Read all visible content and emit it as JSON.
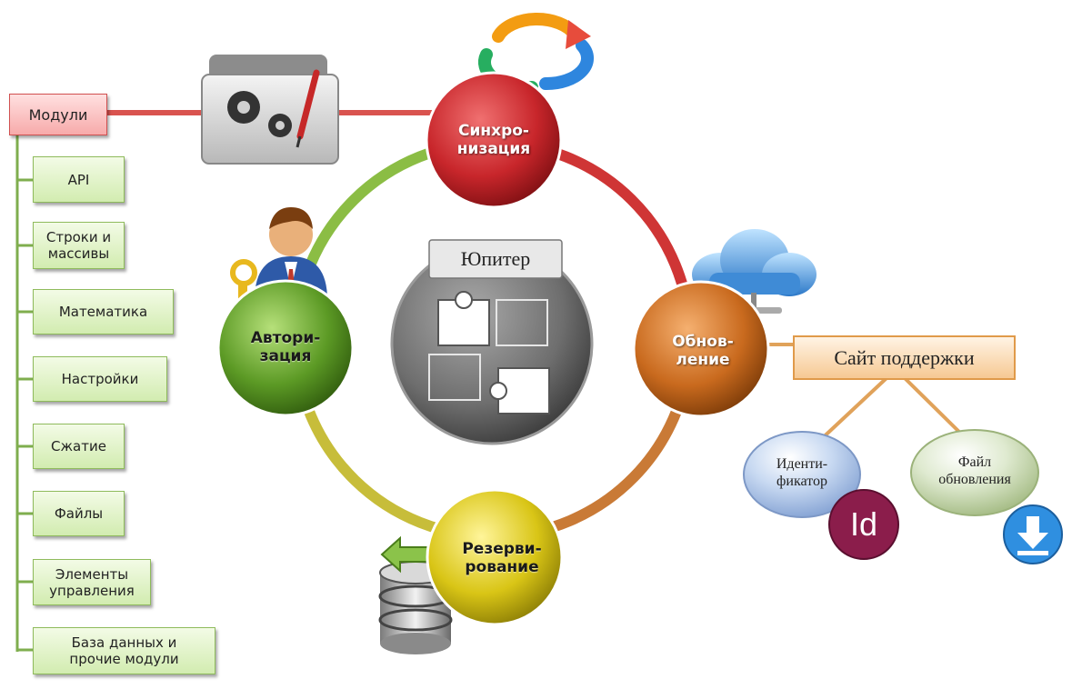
{
  "modules": {
    "header": "Модули",
    "items": [
      "API",
      "Строки и\nмассивы",
      "Математика",
      "Настройки",
      "Сжатие",
      "Файлы",
      "Элементы\nуправления",
      "База данных и\nпрочие модули"
    ]
  },
  "center": {
    "title": "Юпитер"
  },
  "nodes": {
    "sync": "Синхро-\nнизация",
    "update": "Обнов-\nление",
    "backup": "Резерви-\nрование",
    "auth": "Автори-\nзация"
  },
  "support": {
    "title": "Сайт поддержки",
    "identifier": "Иденти-\nфикатор",
    "update_file": "Файл\nобновления",
    "id_badge": "Id"
  },
  "colors": {
    "sync": "#c8262b",
    "update": "#c96a1e",
    "backup": "#d9c516",
    "auth": "#5c9a25",
    "center": "#6e6e6e",
    "module_fill": "#dff2c6",
    "header_fill": "#f9c0c0"
  }
}
